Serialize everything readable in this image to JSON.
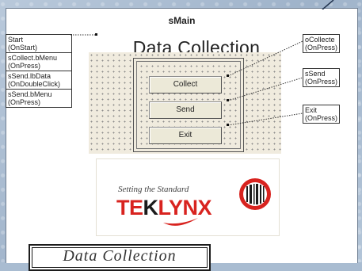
{
  "window": {
    "title": "sMain"
  },
  "form": {
    "heading": "Data Collection",
    "buttons": [
      {
        "label": "Collect"
      },
      {
        "label": "Send"
      },
      {
        "label": "Exit"
      }
    ]
  },
  "logo": {
    "slogan": "Setting the Standard",
    "brand_red": "TE",
    "brand_black": "K",
    "brand_red2": "LYNX"
  },
  "event_list": [
    {
      "line1": "Start",
      "line2": "(OnStart)"
    },
    {
      "line1": "sCollect.bMenu",
      "line2": "(OnPress)"
    },
    {
      "line1": "sSend.lbData",
      "line2": "(OnDoubleClick)"
    },
    {
      "line1": "sSend.bMenu",
      "line2": "(OnPress)"
    }
  ],
  "right_labels": [
    {
      "line1": "oCollecte",
      "line2": "(OnPress)"
    },
    {
      "line1": "sSend",
      "line2": "(OnPress)"
    },
    {
      "line1": "Exit",
      "line2": "(OnPress)"
    }
  ],
  "bottom_banner": {
    "text": "Data Collection"
  },
  "colors": {
    "accent_red": "#d8231f",
    "panel": "#f0ebde",
    "background": "#a9bcd1"
  }
}
